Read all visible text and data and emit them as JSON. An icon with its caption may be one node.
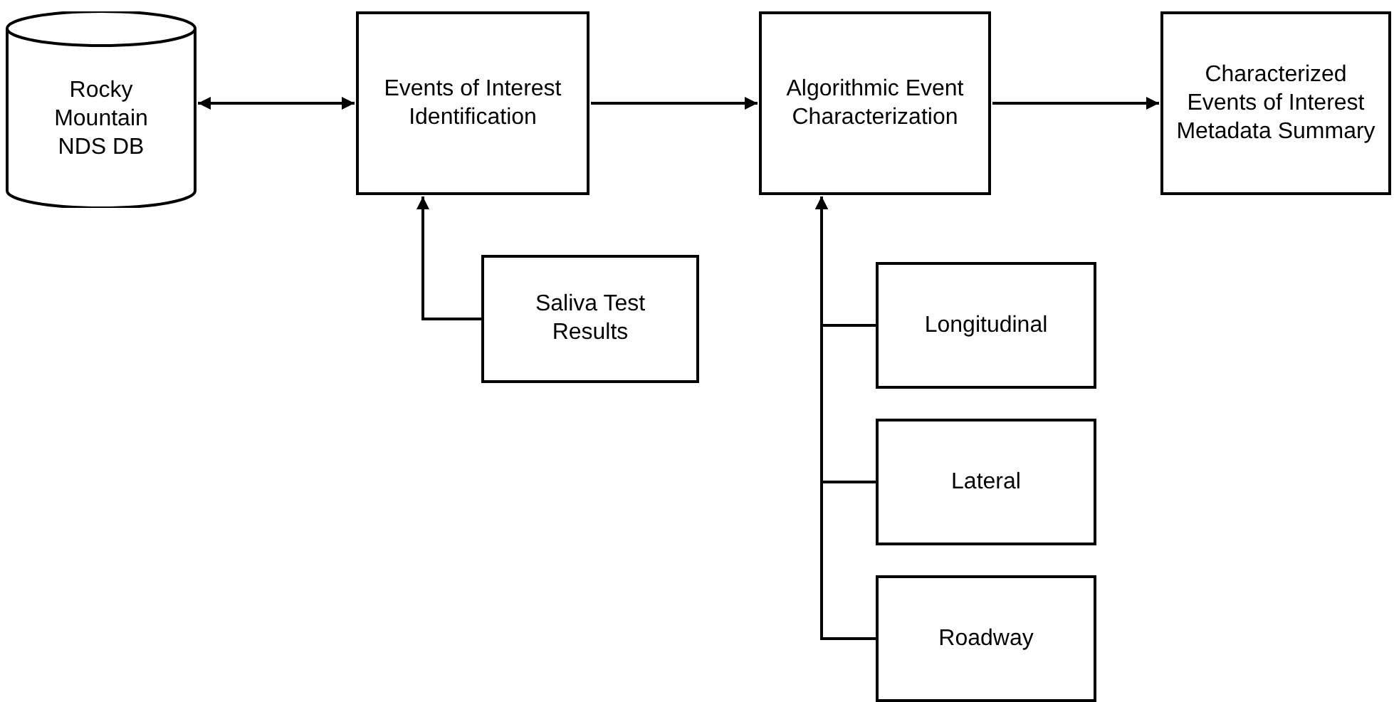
{
  "diagram": {
    "nodes": [
      {
        "text": [
          "Rocky Mountain NDS DB"
        ]
      },
      {
        "text": [
          "Events of Interest Identification"
        ]
      },
      {
        "text": [
          "Algorithmic Event Characterization"
        ]
      },
      {
        "text": [
          "Characterized Events of Interest Metadata Summary"
        ]
      },
      {
        "text": [
          "Saliva Test Results"
        ]
      },
      {
        "text": [
          "Longitudinal"
        ]
      },
      {
        "text": [
          "Lateral"
        ]
      },
      {
        "text": [
          "Roadway"
        ]
      }
    ],
    "edges": [
      {
        "from": 0,
        "to": 1,
        "arrow": "both"
      },
      {
        "from": 1,
        "to": 2,
        "arrow": "to"
      },
      {
        "from": 2,
        "to": 3,
        "arrow": "to"
      },
      {
        "from": 4,
        "to": 1,
        "arrow": "to"
      },
      {
        "from": 5,
        "to": 2,
        "arrow": "to"
      },
      {
        "from": 6,
        "to": 2,
        "arrow": "to"
      },
      {
        "from": 7,
        "to": 2,
        "arrow": "to"
      }
    ]
  }
}
